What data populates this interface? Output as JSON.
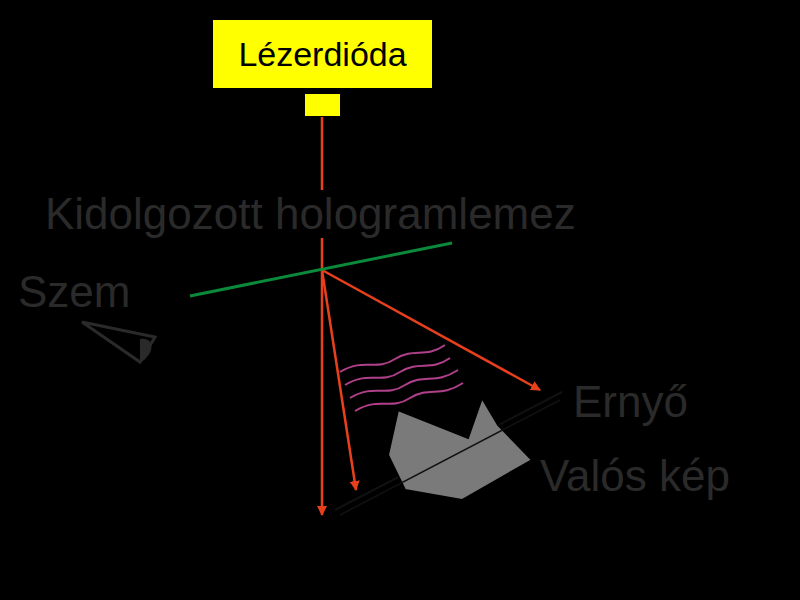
{
  "diagram": {
    "nodes": [
      {
        "text": [
          "Lézerdióda"
        ]
      }
    ],
    "labels": [
      "Kidolgozott hologramlemez",
      "Szem",
      "Ernyő",
      "Valós kép"
    ]
  }
}
